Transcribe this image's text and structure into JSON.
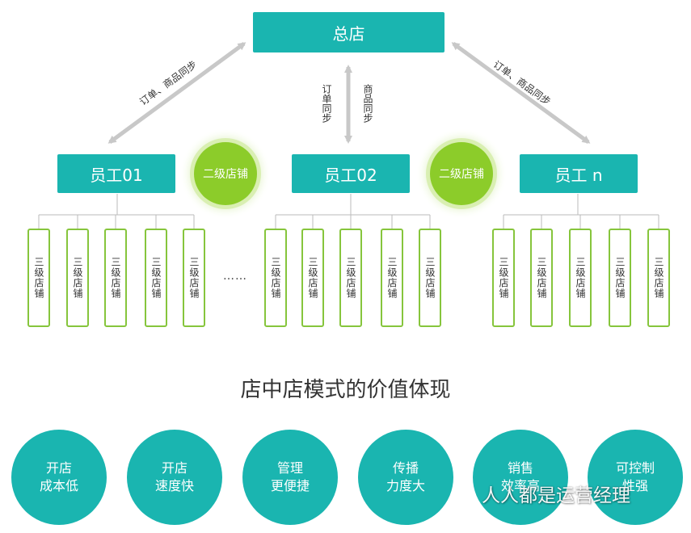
{
  "hq": {
    "label": "总店"
  },
  "links": {
    "left": "订单、商品同步",
    "right": "订单、商品同步",
    "center_left": "订单同步",
    "center_right": "商品同步"
  },
  "employees": [
    {
      "label": "员工01"
    },
    {
      "label": "员工02"
    },
    {
      "label": "员工 n"
    }
  ],
  "secondary_badge": "二级店铺",
  "tertiary_store": "三级店铺",
  "ellipsis": "……",
  "section_title": "店中店模式的价值体现",
  "benefits": [
    {
      "line1": "开店",
      "line2": "成本低"
    },
    {
      "line1": "开店",
      "line2": "速度快"
    },
    {
      "line1": "管理",
      "line2": "更便捷"
    },
    {
      "line1": "传播",
      "line2": "力度大"
    },
    {
      "line1": "销售",
      "line2": "效率高"
    },
    {
      "line1": "可控制",
      "line2": "性强"
    }
  ],
  "watermark": "人人都是运营经理",
  "colors": {
    "teal": "#1ab5b0",
    "green": "#86c53c",
    "arrow": "#c8c8c8"
  }
}
